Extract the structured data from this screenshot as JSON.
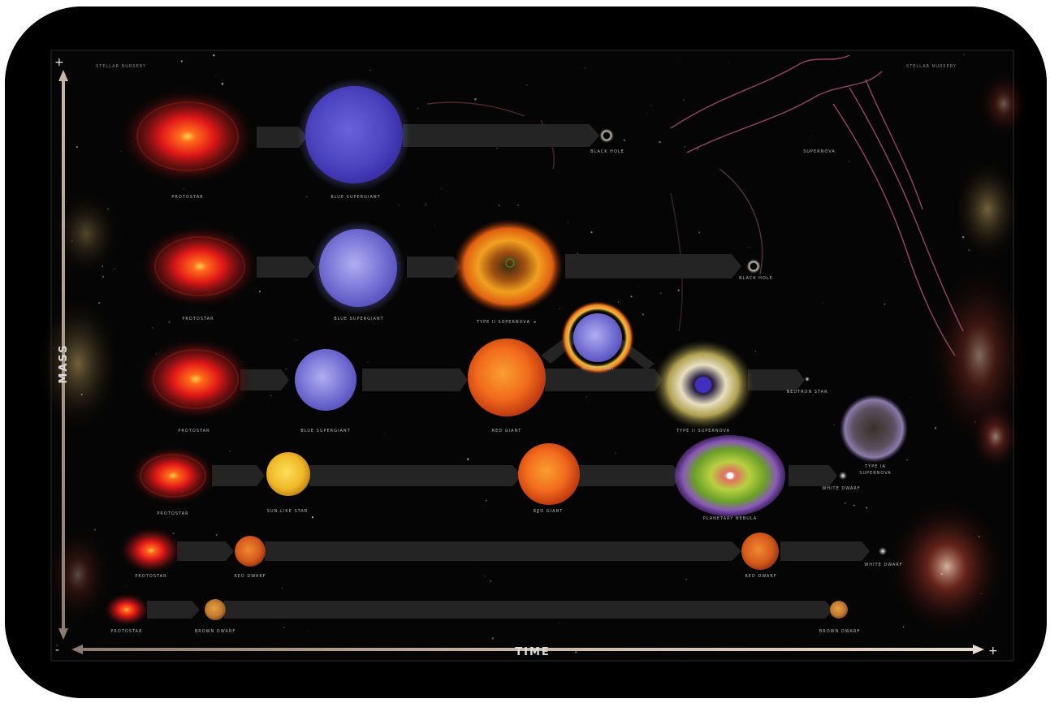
{
  "axes": {
    "y_title": "MASS",
    "x_title": "TIME",
    "y_plus": "+",
    "y_minus": "-",
    "x_plus": "+"
  },
  "corners": {
    "top_left": "STELLAR NURSERY",
    "top_right": "STELLAR NURSERY"
  },
  "rows": [
    {
      "stages": [
        "PROTOSTAR",
        "BLUE SUPERGIANT",
        "BLACK HOLE",
        "SUPERNOVA"
      ]
    },
    {
      "stages": [
        "PROTOSTAR",
        "BLUE SUPERGIANT",
        "TYPE II SUPERNOVA",
        "BLACK HOLE"
      ]
    },
    {
      "stages": [
        "PROTOSTAR",
        "BLUE SUPERGIANT",
        "RED GIANT",
        "BLUE GIANT",
        "TYPE II SUPERNOVA",
        "NEUTRON STAR"
      ]
    },
    {
      "stages": [
        "PROTOSTAR",
        "SUN-LIKE STAR",
        "RED GIANT",
        "PLANETARY NEBULA",
        "WHITE DWARF",
        "TYPE IA",
        "SUPERNOVA"
      ]
    },
    {
      "stages": [
        "PROTOSTAR",
        "RED DWARF",
        "RED DWARF",
        "WHITE DWARF"
      ]
    },
    {
      "stages": [
        "PROTOSTAR",
        "BROWN DWARF",
        "BROWN DWARF"
      ]
    }
  ],
  "colors": {
    "background": "#000000",
    "protostar": "#e01818",
    "blue_supergiant": "#5a50c8",
    "red_giant": "#f06018",
    "sun_like_star": "#f0c030",
    "planetary_nebula": "#9acb3a",
    "red_dwarf": "#d85a20",
    "brown_dwarf": "#c07a30",
    "arrow": "#2a2a2a"
  }
}
